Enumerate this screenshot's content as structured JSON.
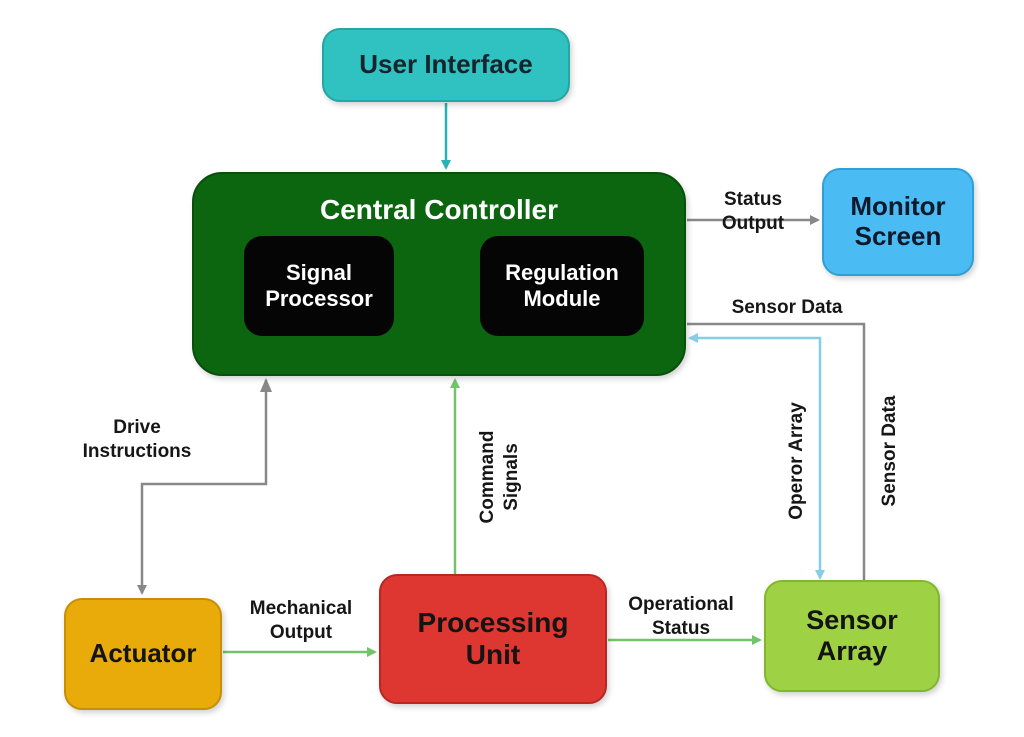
{
  "nodes": {
    "user_interface": "User Interface",
    "central_controller": {
      "title": "Central Controller",
      "signal_processor": "Signal\nProcessor",
      "regulation_module": "Regulation\nModule"
    },
    "monitor_screen": "Monitor\nScreen",
    "actuator": "Actuator",
    "processing_unit": "Processing\nUnit",
    "sensor_array": "Sensor\nArray"
  },
  "edges": {
    "status_output": "Status\nOutput",
    "sensor_data_top": "Sensor Data",
    "drive_instructions": "Drive\nInstructions",
    "command_signals": "Command\nSignals",
    "operor_array": "Operor Array",
    "sensor_data_right": "Sensor Data",
    "mechanical_output": "Mechanical\nOutput",
    "operational_status": "Operational\nStatus"
  },
  "colors": {
    "user_interface": "#30c2c0",
    "central_controller": "#0c650f",
    "inner_modules": "#050505",
    "monitor_screen": "#4bbcf3",
    "actuator": "#e8ab0a",
    "processing_unit": "#de3731",
    "sensor_array": "#9ed244",
    "arrow_gray": "#888888",
    "arrow_green": "#72c46a",
    "arrow_teal": "#29b2b6",
    "arrow_lightblue": "#86cfe3"
  }
}
